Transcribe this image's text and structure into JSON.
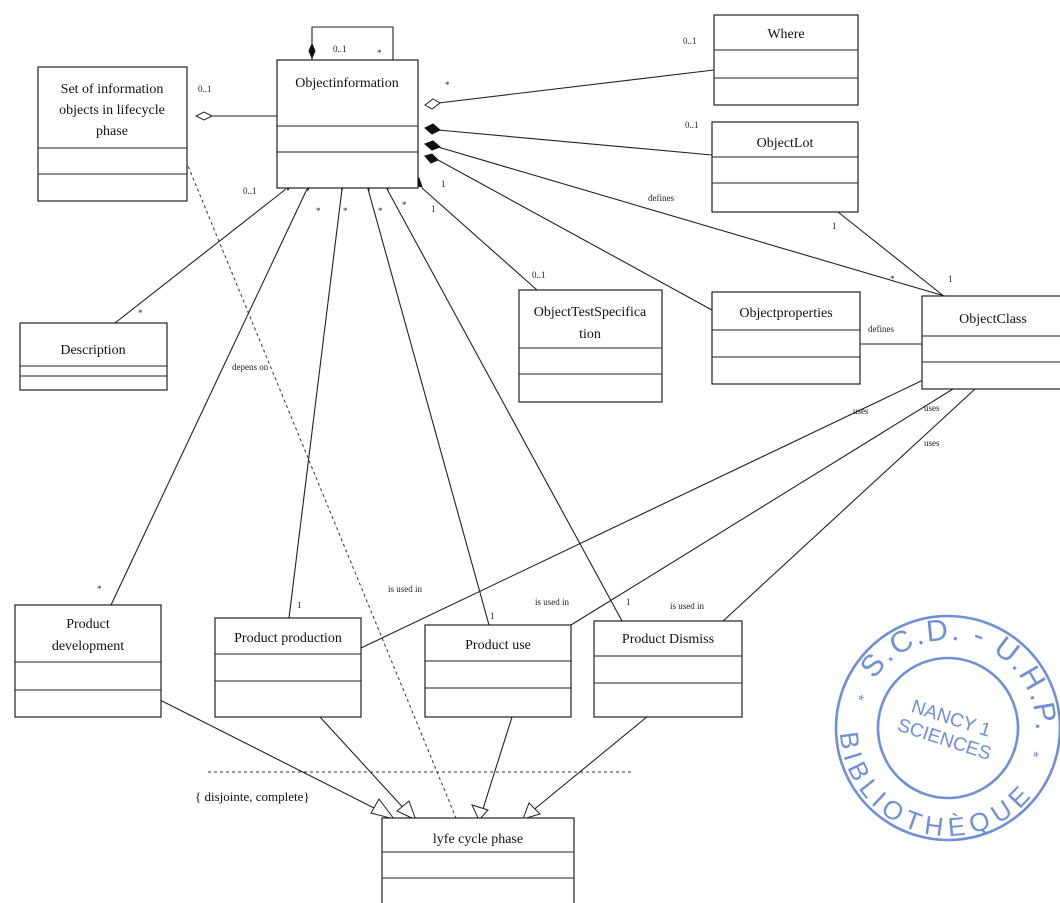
{
  "classes": {
    "objectinformation": "Objectinformation",
    "set_of_info": [
      "Set of information",
      "objects in lifecycle",
      "phase"
    ],
    "where": "Where",
    "objectlot": "ObjectLot",
    "objecttestspec": [
      "ObjectTestSpecifica",
      "tion"
    ],
    "objectproperties": "Objectproperties",
    "objectclass": "ObjectClass",
    "description": "Description",
    "product_development": [
      "Product",
      "development"
    ],
    "product_production": "Product production",
    "product_use": "Product use",
    "product_dismiss": "Product Dismiss",
    "lifecycle_phase": "lyfe cycle phase"
  },
  "multiplicities": {
    "self_01": "0..1",
    "self_star": "*",
    "set_01": "0..1",
    "where_star": "*",
    "where_01": "0..1",
    "lot_01": "0..1",
    "oi_bl_01": "0..1",
    "desc_star": "*",
    "pd_star_top": "*",
    "pp_star_top": "*",
    "pu_star_top": "*",
    "pdis_star_top": "*",
    "ts_1_top": "1",
    "props_1_top": "1",
    "ts_01": "0..1",
    "pd_star": "*",
    "pp_1": "1",
    "pu_1": "1",
    "pdis_1": "1",
    "lot_oc_1": "1",
    "oc_star": "*",
    "oc_1": "1"
  },
  "labels": {
    "defines_top": "defines",
    "defines_mid": "defines",
    "depends_on": "depens on",
    "uses_1": "uses",
    "uses_2": "uses",
    "uses_3": "uses",
    "is_used_in_1": "is used in",
    "is_used_in_2": "is used in",
    "is_used_in_3": "is used in",
    "constraint": "{ disjointe, complete}"
  },
  "stamp": {
    "top": "S.C.D. - U.H.P.",
    "center_1": "NANCY 1",
    "center_2": "SCIENCES",
    "bottom": "BIBLIOTHÈQUE",
    "color": "#6f8fd8"
  }
}
